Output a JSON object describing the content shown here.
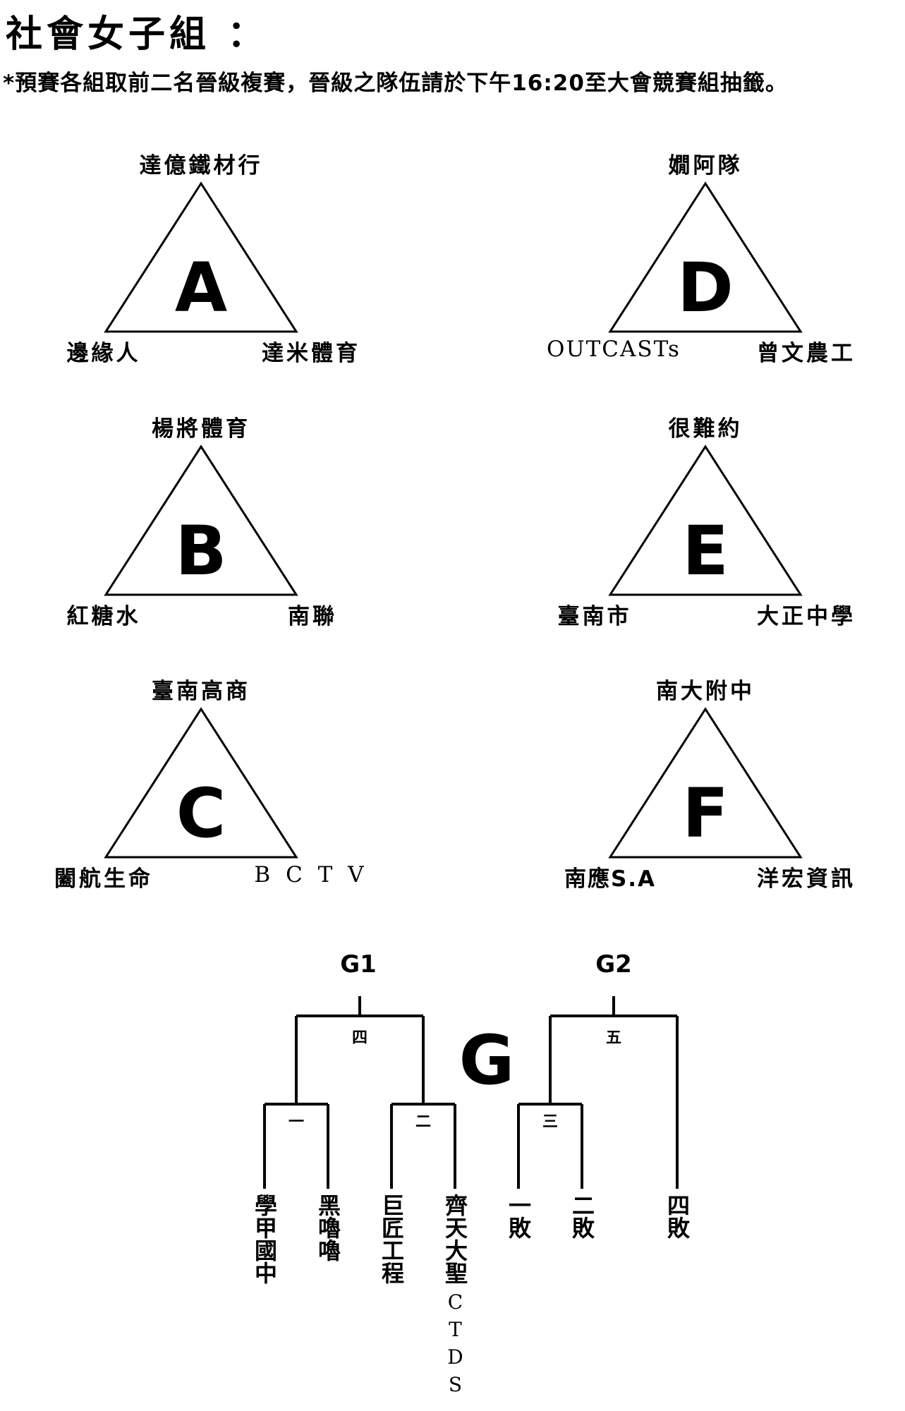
{
  "title": "社會女子組 ：",
  "note": "*預賽各組取前二名晉級複賽，晉級之隊伍請於下午16:20至大會競賽組抽籤。",
  "groups": [
    {
      "letter": "A",
      "top": "達億鐵材行",
      "left": "邊緣人",
      "right": "達米體育"
    },
    {
      "letter": "D",
      "top": "嫺阿隊",
      "left": "OUTCASTs",
      "right": "曾文農工"
    },
    {
      "letter": "B",
      "top": "楊將體育",
      "left": "紅糖水",
      "right": "南聯"
    },
    {
      "letter": "E",
      "top": "很難約",
      "left": "臺南市",
      "right": "大正中學"
    },
    {
      "letter": "C",
      "top": "臺南高商",
      "left": "闔航生命",
      "right": "B C T V"
    },
    {
      "letter": "F",
      "top": "南大附中",
      "left": "南應S.A",
      "right": "洋宏資訊"
    }
  ],
  "bracket": {
    "group_letter": "G",
    "g1": "G1",
    "g2": "G2",
    "rounds": [
      "一",
      "二",
      "三",
      "四",
      "五"
    ],
    "teams": [
      "學甲國中",
      "黑嚕嚕",
      "巨匠工程",
      "齊天大聖",
      "CTDS",
      "一敗",
      "二敗",
      "四敗"
    ]
  }
}
